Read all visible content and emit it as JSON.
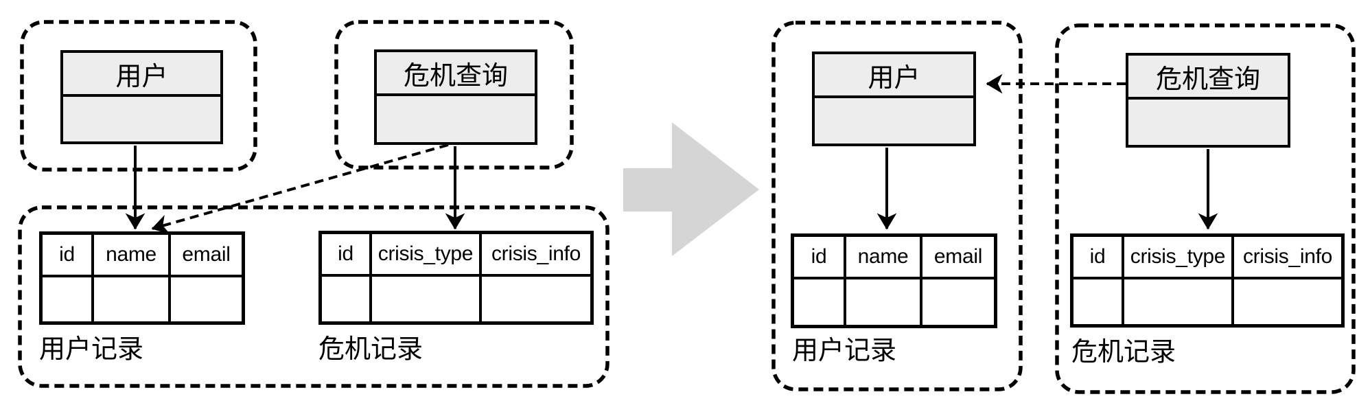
{
  "colors": {
    "stroke": "#000000",
    "class_fill": "#ededed",
    "table_fill": "#ffffff",
    "transform_arrow_fill": "#d5d5d5",
    "background": "#ffffff"
  },
  "before": {
    "user_class_title": "用户",
    "crisis_class_title": "危机查询",
    "user_table": {
      "headers": [
        "id",
        "name",
        "email"
      ],
      "caption": "用户记录"
    },
    "crisis_table": {
      "headers": [
        "id",
        "crisis_type",
        "crisis_info"
      ],
      "caption": "危机记录"
    }
  },
  "after": {
    "user_class_title": "用户",
    "crisis_class_title": "危机查询",
    "user_table": {
      "headers": [
        "id",
        "name",
        "email"
      ],
      "caption": "用户记录"
    },
    "crisis_table": {
      "headers": [
        "id",
        "crisis_type",
        "crisis_info"
      ],
      "caption": "危机记录"
    }
  }
}
